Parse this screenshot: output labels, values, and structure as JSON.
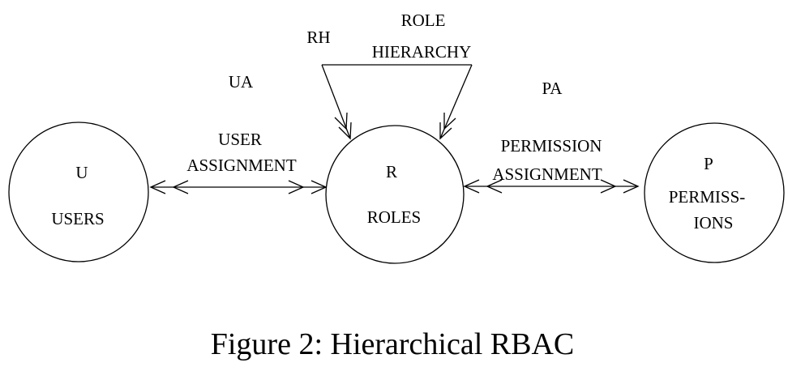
{
  "figure": {
    "caption": "Figure 2: Hierarchical RBAC"
  },
  "colors": {
    "background": "#ffffff",
    "line": "#000000",
    "text": "#000000"
  },
  "nodes": {
    "users": {
      "abbr": "U",
      "name": "USERS"
    },
    "roles": {
      "abbr": "R",
      "name": "ROLES"
    },
    "permissions": {
      "abbr": "P",
      "name_line1": "PERMISS-",
      "name_line2": "IONS"
    }
  },
  "relations": {
    "user_assignment": {
      "abbr": "UA",
      "label_line1": "USER",
      "label_line2": "ASSIGNMENT"
    },
    "permission_assignment": {
      "abbr": "PA",
      "label_line1": "PERMISSION",
      "label_line2": "ASSIGNMENT"
    },
    "role_hierarchy": {
      "abbr": "RH",
      "label_line1": "ROLE",
      "label_line2": "HIERARCHY"
    }
  }
}
